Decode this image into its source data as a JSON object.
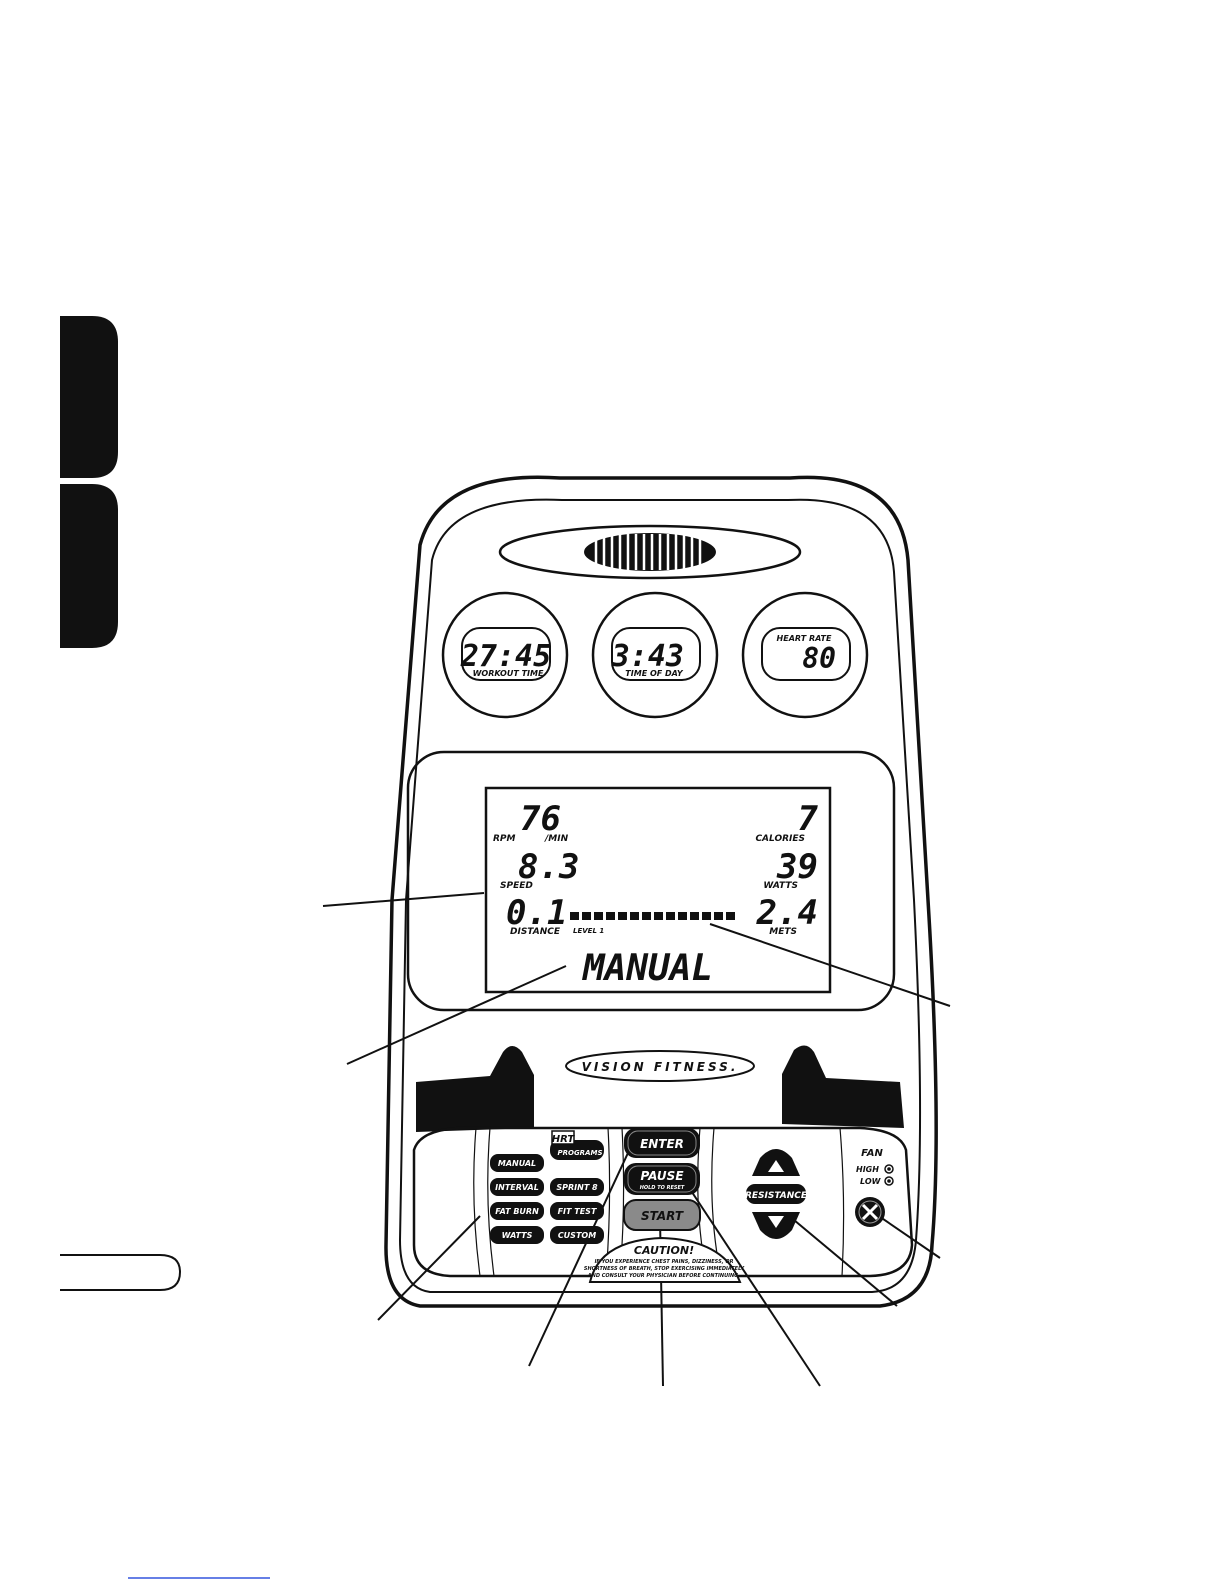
{
  "side_tabs": [
    "",
    ""
  ],
  "top_displays": {
    "workout_time": {
      "value": "27:45",
      "label": "WORKOUT TIME"
    },
    "time_of_day": {
      "value": "3:43",
      "label": "TIME OF DAY"
    },
    "heart_rate": {
      "value": "80",
      "label": "HEART RATE"
    }
  },
  "main_display": {
    "rpm": {
      "value": "76",
      "label": "RPM",
      "unit": "/MIN"
    },
    "speed": {
      "value": "8.3",
      "label": "SPEED"
    },
    "distance": {
      "value": "0.1",
      "label": "DISTANCE"
    },
    "calories": {
      "value": "7",
      "label": "CALORIES"
    },
    "watts": {
      "value": "39",
      "label": "WATTS"
    },
    "mets": {
      "value": "2.4",
      "label": "METS"
    },
    "level_label": "LEVEL 1",
    "level_bar_segments": 14,
    "program_name": "MANUAL"
  },
  "logo": "VISION FITNESS.",
  "program_buttons": {
    "hrt_top": "HRT",
    "hrt_bottom": "PROGRAMS",
    "manual": "MANUAL",
    "interval": "INTERVAL",
    "fat_burn": "FAT BURN",
    "watts": "WATTS",
    "sprint": "SPRINT 8",
    "fit_test": "FIT TEST",
    "custom": "CUSTOM"
  },
  "control_buttons": {
    "enter": "ENTER",
    "pause": "PAUSE",
    "pause_sub": "HOLD TO RESET",
    "start": "START"
  },
  "caution": {
    "title": "CAUTION!",
    "line1": "IF YOU EXPERIENCE CHEST PAINS, DIZZINESS, OR",
    "line2": "SHORTNESS OF BREATH, STOP EXERCISING IMMEDIATELY",
    "line3": "AND CONSULT YOUR PHYSICIAN BEFORE CONTINUING."
  },
  "resistance": {
    "label": "RESISTANCE"
  },
  "fan": {
    "label": "FAN",
    "high": "HIGH",
    "low": "LOW"
  }
}
